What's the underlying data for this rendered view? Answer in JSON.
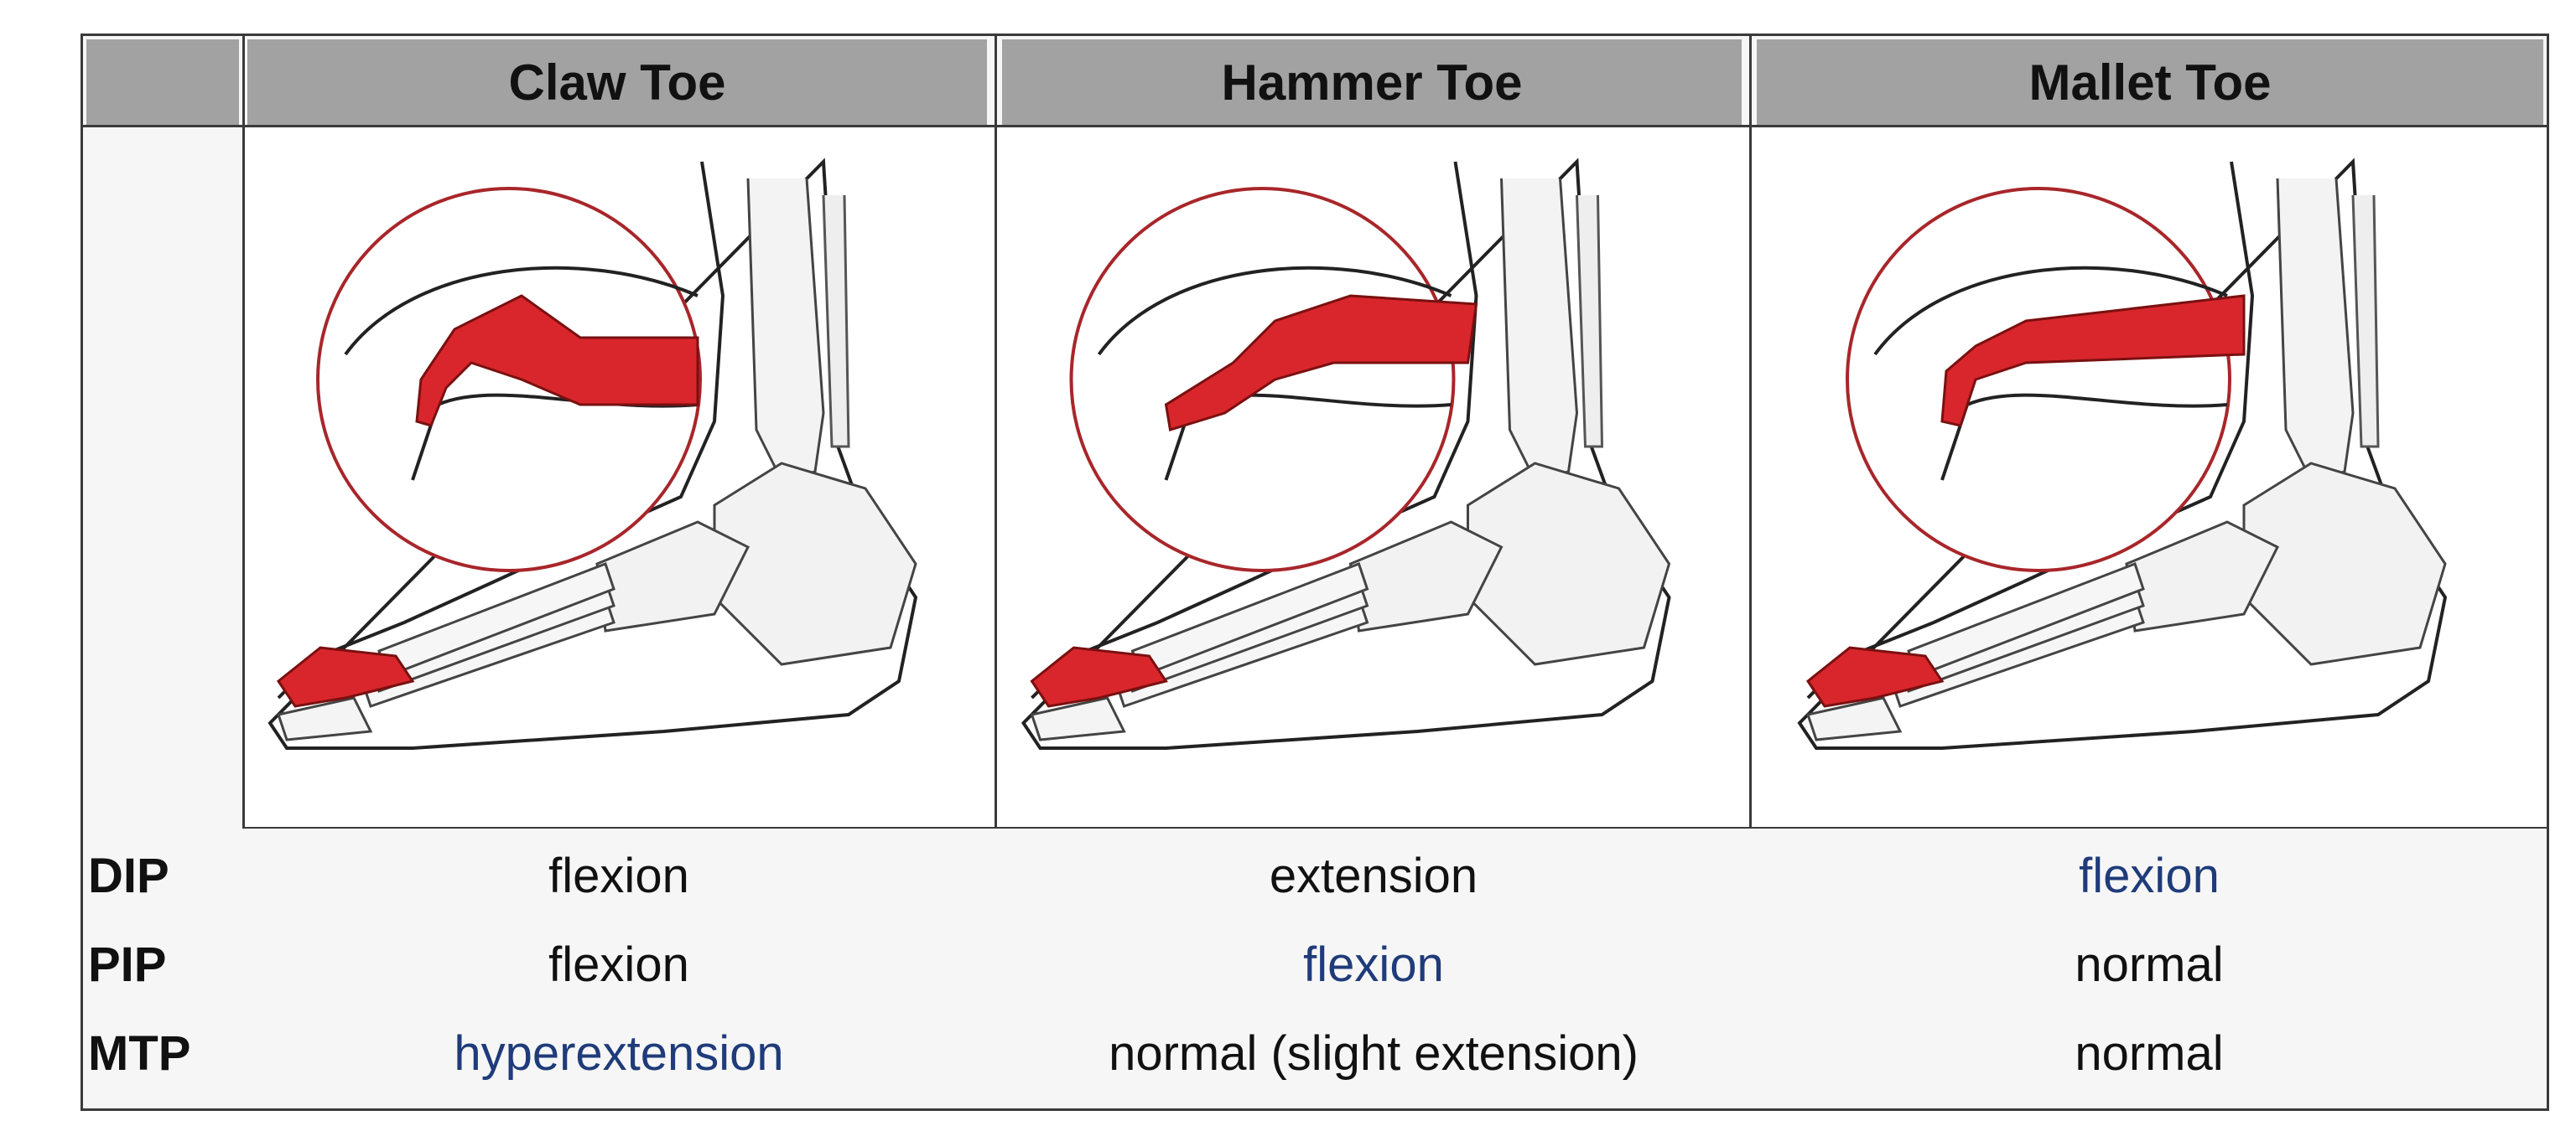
{
  "columns": [
    {
      "title": "Claw Toe"
    },
    {
      "title": "Hammer Toe"
    },
    {
      "title": "Mallet Toe"
    }
  ],
  "rows": [
    {
      "label": "DIP",
      "values": [
        "flexion",
        "extension",
        "flexion"
      ],
      "highlight": [
        false,
        false,
        true
      ]
    },
    {
      "label": "PIP",
      "values": [
        "flexion",
        "flexion",
        "normal"
      ],
      "highlight": [
        false,
        true,
        false
      ]
    },
    {
      "label": "MTP",
      "values": [
        "hyperextension",
        "normal (slight extension)",
        "normal"
      ],
      "highlight": [
        true,
        false,
        false
      ]
    }
  ],
  "colors": {
    "header_bg": "#a2a2a2",
    "highlight_text": "#1f3b7a",
    "bone_highlight": "#d8262c",
    "circle_border": "#a8262a"
  }
}
